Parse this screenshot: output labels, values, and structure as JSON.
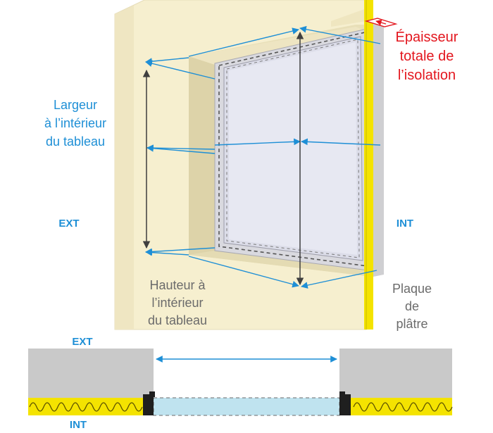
{
  "labels": {
    "epaisseur": [
      "Épaisseur",
      "totale de",
      "l’isolation"
    ],
    "largeur": [
      "Largeur",
      "à l’intérieur",
      "du tableau"
    ],
    "hauteur": [
      "Hauteur à",
      "l’intérieur",
      "du tableau"
    ],
    "plaque": [
      "Plaque",
      "de",
      "plâtre"
    ],
    "ext_top": "EXT",
    "int_top": "INT",
    "ext_bottom": "EXT",
    "int_bottom": "INT"
  },
  "colors": {
    "dimension_arrow": "#1e8fd6",
    "height_arrow": "#3f3f3f",
    "wall": "#f6efcf",
    "insulation": "#f4e300",
    "glass": "#dcdde9",
    "section_wall": "#c9c9c9",
    "section_glass": "#bfe3ef",
    "alert_label": "#e3161e"
  }
}
